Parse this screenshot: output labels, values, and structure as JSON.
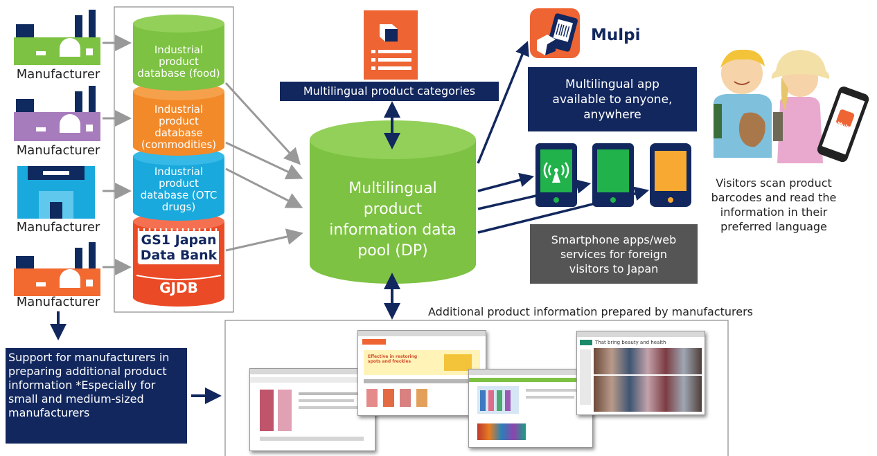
{
  "manufacturers": [
    {
      "label": "Manufacturer",
      "color": "#7dc242"
    },
    {
      "label": "Manufacturer",
      "color": "#a77cbd"
    },
    {
      "label": "Manufacturer",
      "color": "#1aa9dc"
    },
    {
      "label": "Manufacturer",
      "color": "#f26a30"
    }
  ],
  "databases": [
    {
      "label": "Industrial product database (food)",
      "color": "#7dc242"
    },
    {
      "label": "Industrial product database (commodities)",
      "color": "#f28a2a"
    },
    {
      "label": "Industrial product database (OTC drugs)",
      "color": "#1aa9dc"
    }
  ],
  "gjdb": {
    "line1": "GS1 Japan",
    "line2": "Data Bank",
    "abbr": "GJDB",
    "color": "#ea4a25"
  },
  "central_db": {
    "label": "Multilingual product information data pool (DP)",
    "color": "#7dc242"
  },
  "categories": {
    "label": "Multilingual product categories"
  },
  "app": {
    "name": "Mulpi",
    "description": "Multilingual app available to anyone, anywhere",
    "badge": "Mulpi"
  },
  "smartphone_services": {
    "label": "Smartphone apps/web services for foreign visitors to Japan"
  },
  "visitors": {
    "label": "Visitors scan product barcodes and read the information in their preferred language"
  },
  "additional_info": {
    "label": "Additional product information prepared by manufacturers"
  },
  "support": {
    "label": "Support for manufacturers in preparing additional product information *Especially for small and medium-sized manufacturers"
  },
  "screenshots": [
    {
      "headline": "Effective in restoring spots and freckles"
    },
    {
      "headline": "That bring beauty and health"
    }
  ],
  "colors": {
    "navy": "#12275e",
    "green": "#7dc242",
    "orange": "#f28a2a",
    "blue": "#1aa9dc",
    "red": "#ea4a25",
    "grey_arrow": "#999999"
  }
}
